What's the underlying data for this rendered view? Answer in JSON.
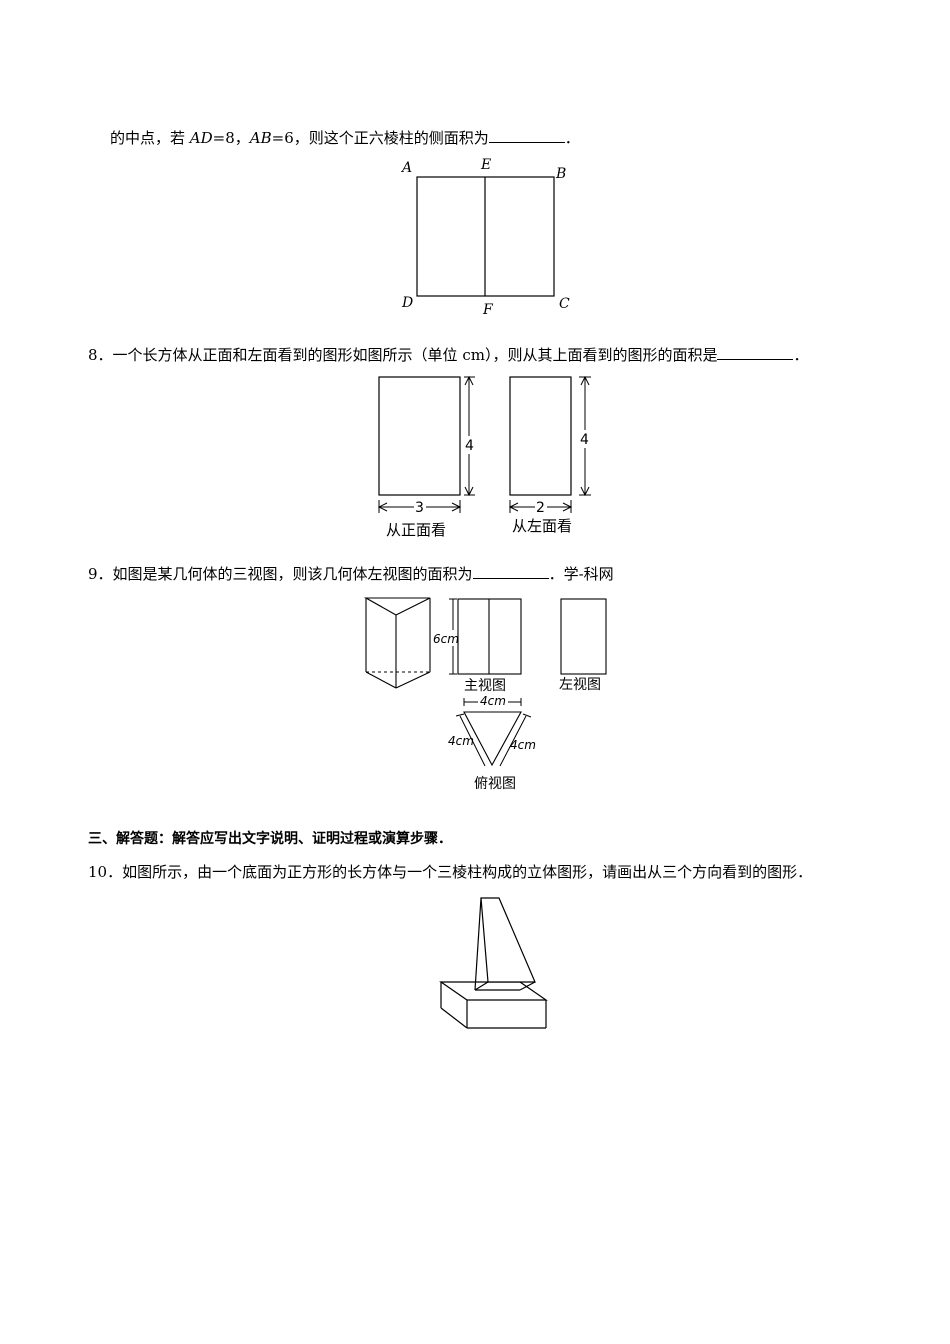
{
  "q7": {
    "text_prefix": "的中点，若 ",
    "var1": "AD",
    "eq1": "=8，",
    "var2": "AB",
    "eq2": "=6，则这个正六棱柱的侧面积为",
    "end": "．",
    "labels": {
      "A": "A",
      "E": "E",
      "B": "B",
      "D": "D",
      "F": "F",
      "C": "C"
    }
  },
  "q8": {
    "number": "8．",
    "text": "一个长方体从正面和左面看到的图形如图所示（单位 cm），则从其上面看到的图形的面积是",
    "end": "．",
    "front": {
      "height": "4",
      "width": "3",
      "caption": "从正面看"
    },
    "left": {
      "height": "4",
      "width": "2",
      "caption": "从左面看"
    }
  },
  "q9": {
    "number": "9．",
    "text": "如图是某几何体的三视图，则该几何体左视图的面积为",
    "end": "．学-科网",
    "height_label": "6cm",
    "main_caption": "主视图",
    "left_caption": "左视图",
    "top_caption": "俯视图",
    "top_label": "4cm",
    "left_side_label": "4cm",
    "right_side_label": "4cm"
  },
  "section3": {
    "title": "三、解答题：解答应写出文字说明、证明过程或演算步骤．"
  },
  "q10": {
    "number": "10．",
    "text": "如图所示，由一个底面为正方形的长方体与一个三棱柱构成的立体图形，请画出从三个方向看到的图形．"
  }
}
